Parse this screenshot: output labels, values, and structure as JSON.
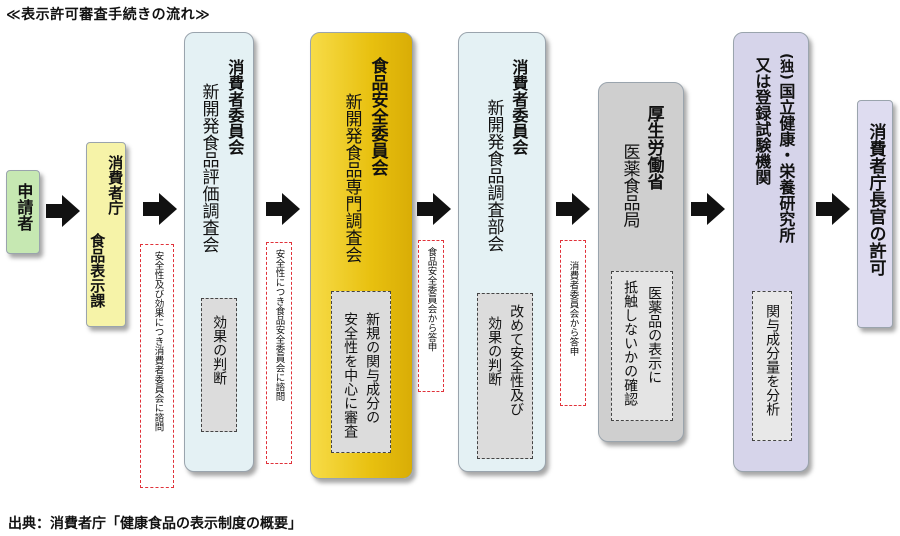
{
  "title": "≪表示許可審査手続きの流れ≫",
  "source": "出典：消費者庁「健康食品の表示制度の概要」",
  "boxes": {
    "applicant": {
      "label": "申請者"
    },
    "caa": {
      "line1": "消費者庁",
      "line2": "食品表示課"
    },
    "cac1": {
      "heading": "消費者委員会",
      "body": "新開発食品評価調査会",
      "inner": "効果の判断"
    },
    "fsc": {
      "heading": "食品安全委員会",
      "body": "新開発食品専門調査会",
      "inner_line1": "新規の関与成分の",
      "inner_line2": "安全性を中心に審査"
    },
    "cac2": {
      "heading": "消費者委員会",
      "body": "新開発食品調査部会",
      "inner_line1": "改めて安全性及び",
      "inner_line2": "効果の判断"
    },
    "mhlw": {
      "heading": "厚生労働省",
      "body": "医薬食品局",
      "inner_line1": "医薬品の表示に",
      "inner_line2": "抵触しないかの確認"
    },
    "nih": {
      "line1": "(独)",
      "line2": "国立健康・栄養研究所",
      "line3": "又は登録試験機関",
      "inner": "関与成分量を分析"
    },
    "permit": {
      "label": "消費者庁長官の許可"
    }
  },
  "notes": {
    "n1": "安全性及び効果につき消費者委員会に諮問",
    "n2": "安全性につき食品安全委員会に諮問",
    "n3": "食品安全委員会から答申",
    "n4": "消費者委員会から答申"
  },
  "colors": {
    "applicant": "#c6e8b2",
    "caa": "#f6f3a8",
    "cac": "#e4f1f4",
    "fsc": "#f0c92a",
    "mhlw": "#cfcfcf",
    "nih": "#d6d4ea",
    "permit": "#dedcf0",
    "note_border": "#e0323a",
    "arrow": "#111111"
  }
}
